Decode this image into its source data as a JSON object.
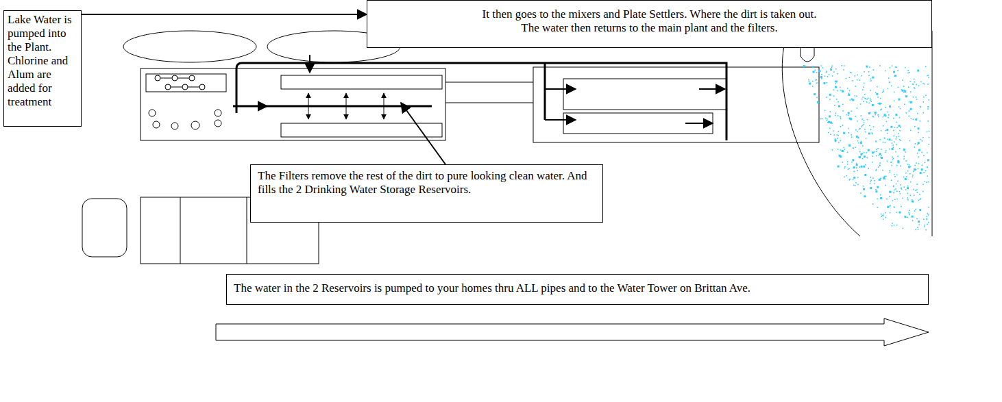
{
  "diagram": {
    "nodes": [
      {
        "text": [
          "Lake Water is pumped into the Plant. Chlorine and Alum are added for treatment"
        ]
      },
      {
        "text": [
          "It then goes to the mixers and Plate Settlers. Where the dirt is taken out.",
          "The water then returns to the main plant and the filters."
        ]
      },
      {
        "text": [
          "The Filters remove the rest of the dirt to pure looking clean water. And fills the 2 Drinking Water Storage Reservoirs."
        ]
      },
      {
        "text": [
          "The water in the 2 Reservoirs is pumped to your homes thru ALL pipes and to the Water Tower on Brittan Ave."
        ]
      }
    ],
    "edges": [
      {
        "from": 0,
        "to": 1,
        "arrow": "to"
      }
    ]
  }
}
